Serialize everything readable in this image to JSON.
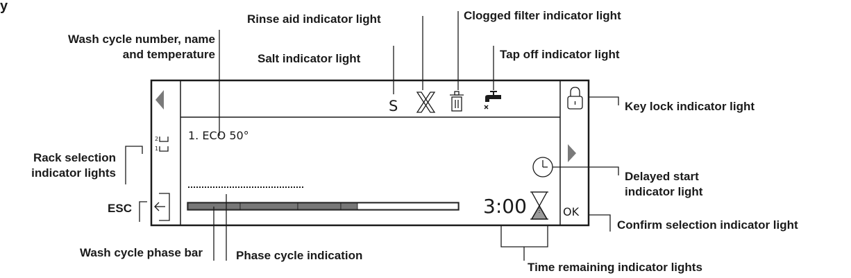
{
  "heading_fragment": "y",
  "callouts": {
    "wash_cycle_line1": "Wash cycle number, name",
    "wash_cycle_line2": "and temperature",
    "rinse_aid": "Rinse aid indicator light",
    "clogged_filter": "Clogged filter indicator light",
    "salt": "Salt indicator light",
    "tap_off": "Tap off indicator light",
    "key_lock": "Key lock indicator light",
    "rack_line1": "Rack selection",
    "rack_line2": "indicator lights",
    "delayed_line1": "Delayed start",
    "delayed_line2": "indicator light",
    "esc": "ESC",
    "confirm": "Confirm selection indicator light",
    "phase_bar": "Wash cycle phase bar",
    "phase_cycle": "Phase cycle indication",
    "time_remaining": "Time remaining indicator lights"
  },
  "display": {
    "cycle_text": "1. ECO  50°",
    "salt_symbol": "S",
    "rack_upper": "2",
    "rack_lower": "1",
    "time": "3:00",
    "ok": "OK"
  },
  "icons": [
    "left-arrow-icon",
    "right-arrow-icon",
    "padlock-icon",
    "clock-icon",
    "hourglass-icon",
    "rinse-aid-icon",
    "trash-bin-icon",
    "tap-icon",
    "esc-door-icon",
    "rack-icon"
  ],
  "phase_progress": {
    "segments_total": 5,
    "segments_completed": 4
  }
}
